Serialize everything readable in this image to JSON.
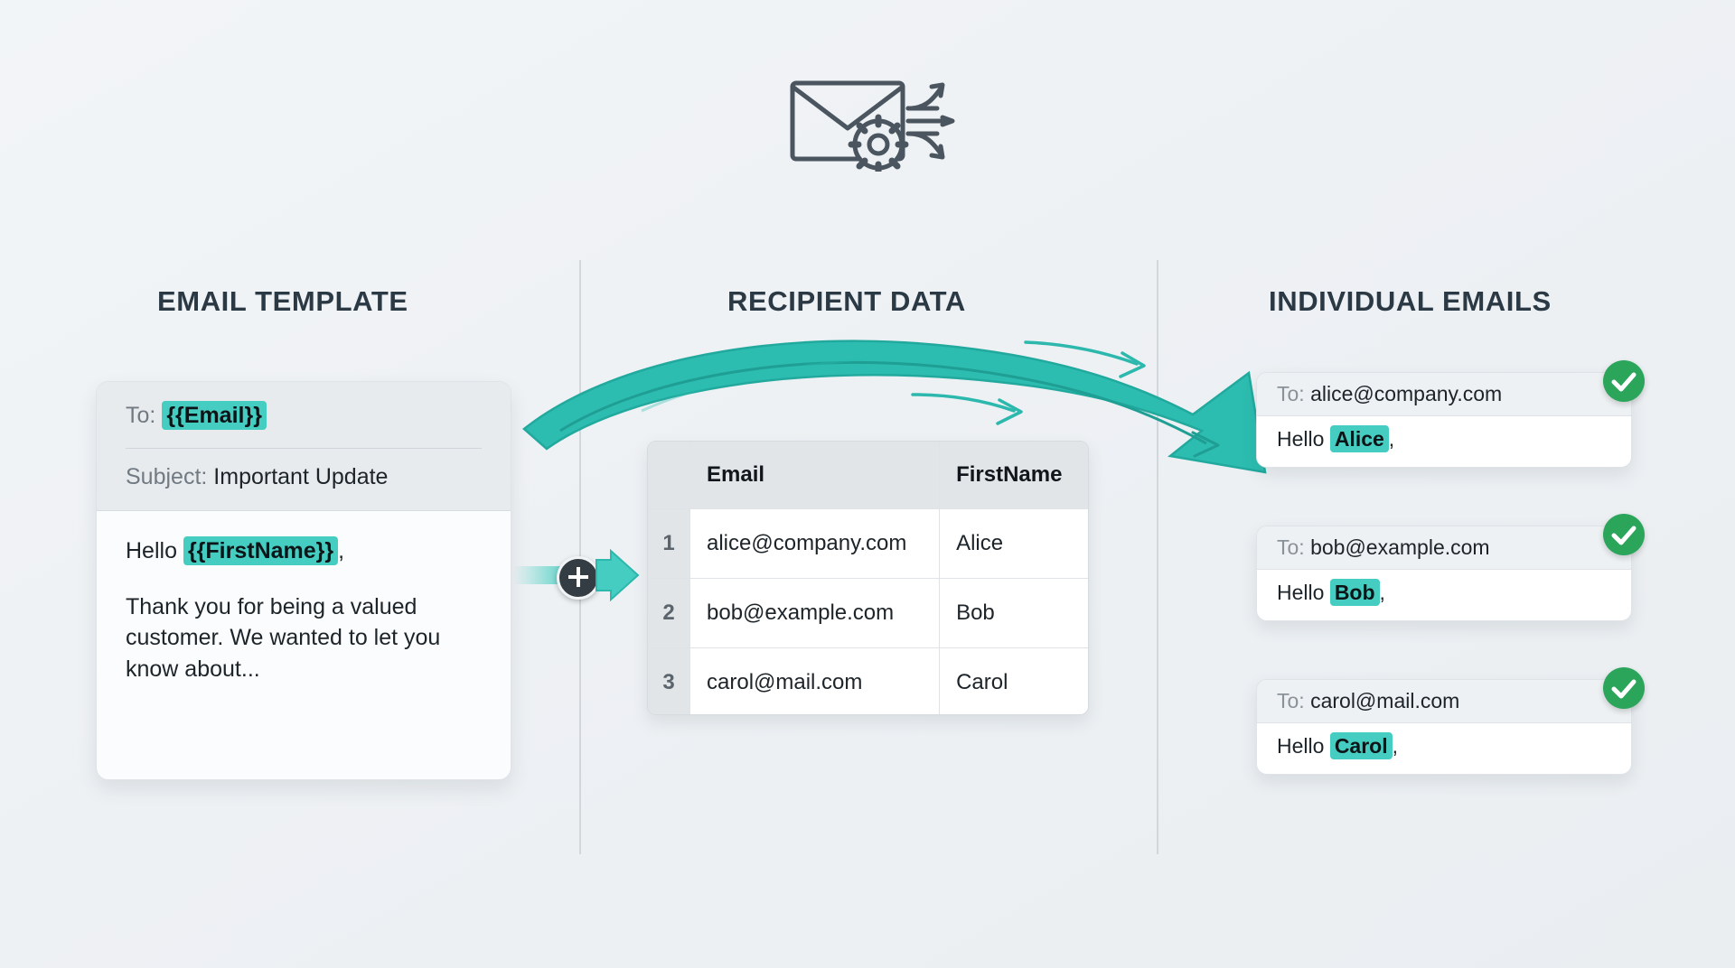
{
  "hero": {
    "icon": "envelope-gear-distribute-icon"
  },
  "columns": {
    "template_title": "EMAIL TEMPLATE",
    "data_title": "RECIPIENT DATA",
    "output_title": "INDIVIDUAL EMAILS"
  },
  "template": {
    "to_label": "To:",
    "to_token": "{{Email}}",
    "subject_label": "Subject:",
    "subject_value": "Important Update",
    "greeting_label": "Hello",
    "greeting_token": "{{FirstName}}",
    "greeting_comma": ",",
    "body": "Thank you for being a valued customer. We wanted to let you know about..."
  },
  "connector": {
    "plus_label": "+",
    "icon": "plus-merge-icon",
    "arrow_icon": "right-arrow-icon"
  },
  "table": {
    "headers": [
      "",
      "Email",
      "FirstName"
    ],
    "rows": [
      {
        "num": "1",
        "email": "alice@company.com",
        "first_name": "Alice"
      },
      {
        "num": "2",
        "email": "bob@example.com",
        "first_name": "Bob"
      },
      {
        "num": "3",
        "email": "carol@mail.com",
        "first_name": "Carol"
      }
    ]
  },
  "flow_arrow": {
    "icon": "curved-merge-arrow-icon"
  },
  "emails": [
    {
      "to_label": "To:",
      "to_value": "alice@company.com",
      "greeting_label": "Hello",
      "name": "Alice",
      "comma": ",",
      "status_icon": "check-circle-icon"
    },
    {
      "to_label": "To:",
      "to_value": "bob@example.com",
      "greeting_label": "Hello",
      "name": "Bob",
      "comma": ",",
      "status_icon": "check-circle-icon"
    },
    {
      "to_label": "To:",
      "to_value": "carol@mail.com",
      "greeting_label": "Hello",
      "name": "Carol",
      "comma": ",",
      "status_icon": "check-circle-icon"
    }
  ],
  "colors": {
    "accent_teal": "#44cdc0",
    "arrow_teal": "#2cb8ad",
    "success_green": "#2aa55a",
    "heading": "#2b3945",
    "background": "#eef1f4"
  }
}
